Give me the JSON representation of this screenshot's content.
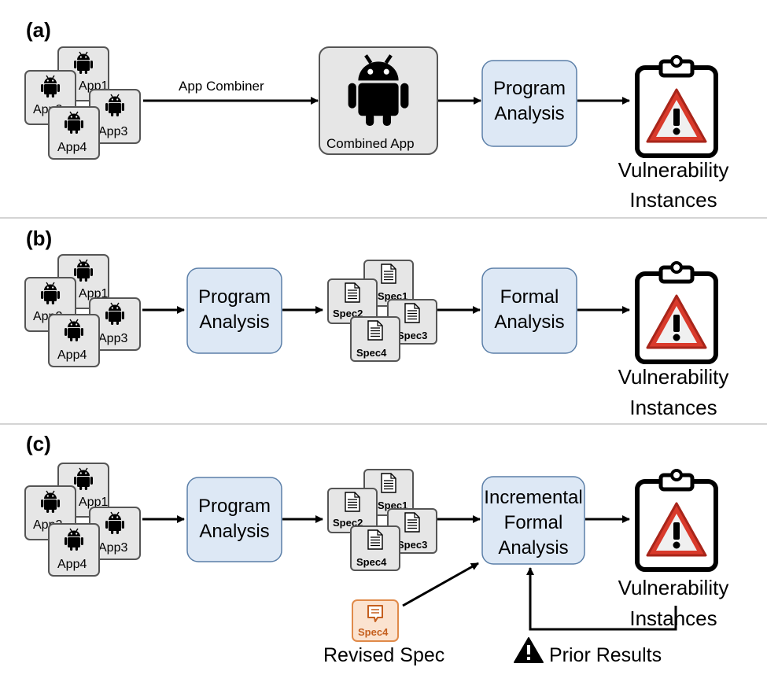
{
  "panels": [
    {
      "label": "(a)",
      "apps": [
        "App1",
        "App2",
        "App3",
        "App4"
      ],
      "edge_label": "App Combiner",
      "combined_label": "Combined App",
      "analysis": [
        "Program",
        "Analysis"
      ],
      "output": [
        "Vulnerability",
        "Instances"
      ]
    },
    {
      "label": "(b)",
      "apps": [
        "App1",
        "App2",
        "App3",
        "App4"
      ],
      "analysis": [
        "Program",
        "Analysis"
      ],
      "specs": [
        "Spec1",
        "Spec2",
        "Spec3",
        "Spec4"
      ],
      "formal": [
        "Formal",
        "Analysis"
      ],
      "output": [
        "Vulnerability",
        "Instances"
      ]
    },
    {
      "label": "(c)",
      "apps": [
        "App1",
        "App2",
        "App3",
        "App4"
      ],
      "analysis": [
        "Program",
        "Analysis"
      ],
      "specs": [
        "Spec1",
        "Spec2",
        "Spec3",
        "Spec4"
      ],
      "formal": [
        "Incremental",
        "Formal",
        "Analysis"
      ],
      "output": [
        "Vulnerability",
        "Instances"
      ],
      "revised_icon_label": "Spec4",
      "revised_caption": "Revised Spec",
      "prior_caption": "Prior Results"
    }
  ],
  "colors": {
    "analysis_fill": "#dde8f5",
    "analysis_stroke": "#5b7fa8",
    "app_fill": "#e6e6e6",
    "warning_red": "#d93a2b",
    "revised_orange": "#e08a4a"
  }
}
